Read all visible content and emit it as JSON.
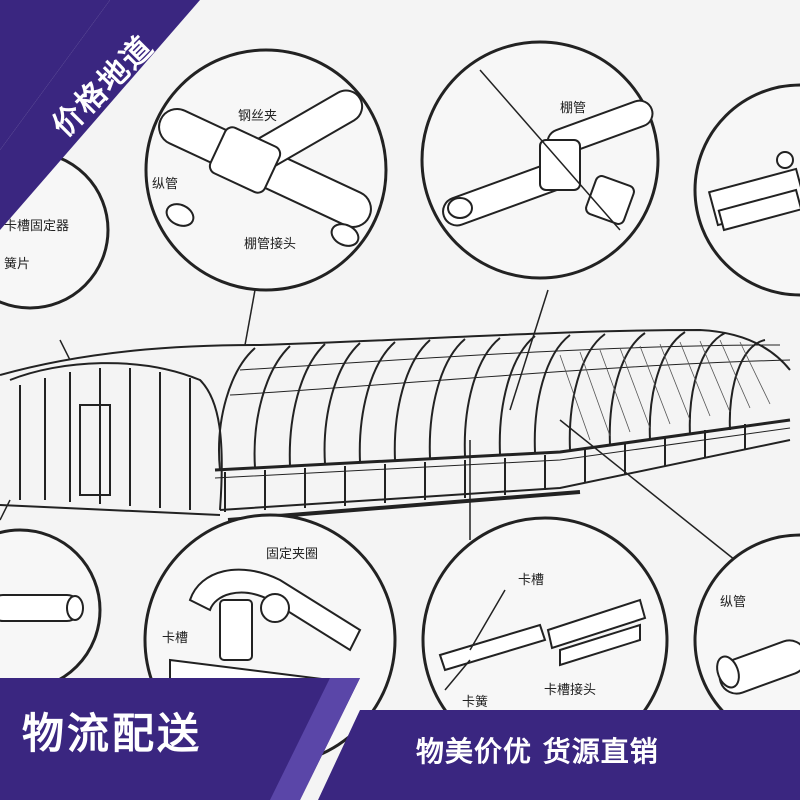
{
  "banner": {
    "corner_label": "价格地道",
    "footer_left": "物流配送",
    "footer_right": "物美价优 货源直销",
    "accent_color": "#3a2680",
    "accent_light_color": "#5a46a8"
  },
  "diagram": {
    "labels": {
      "steel_clamp": "钢丝夹",
      "vertical_pipe_top": "纵管",
      "shed_pipe_joint": "棚管接头",
      "shed_pipe": "棚管",
      "clamp_groove_fix": "卡槽固定器",
      "piece": "簧片",
      "fixing_clamp": "固定夹圈",
      "clip_groove_left": "卡槽",
      "clip_groove_center": "卡槽",
      "spring": "卡簧",
      "groove_joint": "卡槽接头",
      "vertical_pipe_right": "纵管"
    }
  }
}
